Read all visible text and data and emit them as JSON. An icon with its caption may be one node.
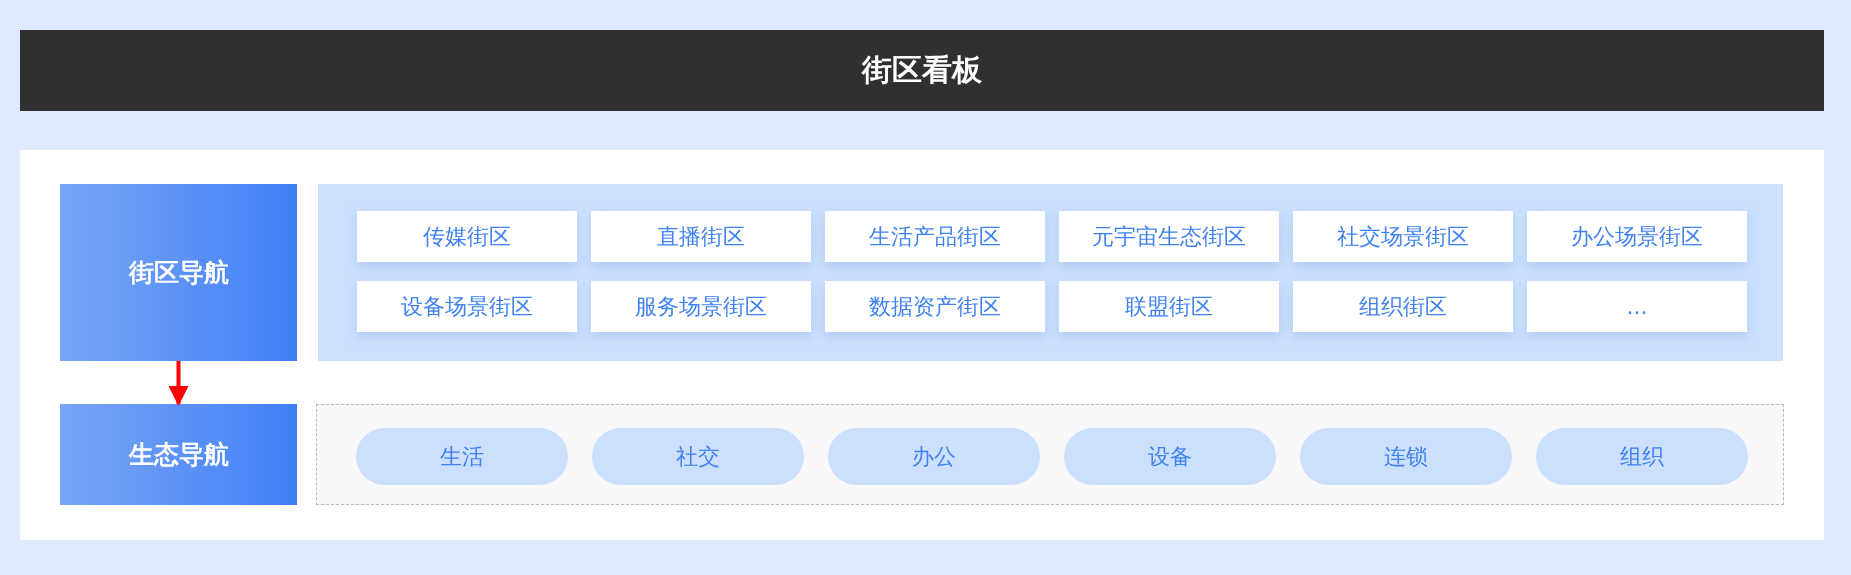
{
  "diagram": {
    "title": "街区看板",
    "nodes": [
      {
        "text": [
          "街区导航"
        ]
      },
      {
        "text": [],
        "shape": "box"
      },
      {
        "text": [
          "传媒街区"
        ],
        "in": 1
      },
      {
        "text": [
          "直播街区"
        ],
        "in": 1
      },
      {
        "text": [
          "生活产品街区"
        ],
        "in": 1
      },
      {
        "text": [
          "元宇宙生态街区"
        ],
        "in": 1
      },
      {
        "text": [
          "社交场景街区"
        ],
        "in": 1
      },
      {
        "text": [
          "办公场景街区"
        ],
        "in": 1
      },
      {
        "text": [
          "设备场景街区"
        ],
        "in": 1
      },
      {
        "text": [
          "服务场景街区"
        ],
        "in": 1
      },
      {
        "text": [
          "数据资产街区"
        ],
        "in": 1
      },
      {
        "text": [
          "联盟街区"
        ],
        "in": 1
      },
      {
        "text": [
          "组织街区"
        ],
        "in": 1
      },
      {
        "text": [
          "..."
        ],
        "in": 1
      },
      {
        "text": [
          "生态导航"
        ]
      },
      {
        "text": [],
        "shape": "box"
      },
      {
        "text": [
          "生活"
        ],
        "in": 15
      },
      {
        "text": [
          "社交"
        ],
        "in": 15
      },
      {
        "text": [
          "办公"
        ],
        "in": 15
      },
      {
        "text": [
          "设备"
        ],
        "in": 15
      },
      {
        "text": [
          "连锁"
        ],
        "in": 15
      },
      {
        "text": [
          "组织"
        ],
        "in": 15
      }
    ],
    "edges": [
      {
        "from": 0,
        "to": 14,
        "arrow": "to",
        "color": "#ff0000"
      }
    ]
  }
}
